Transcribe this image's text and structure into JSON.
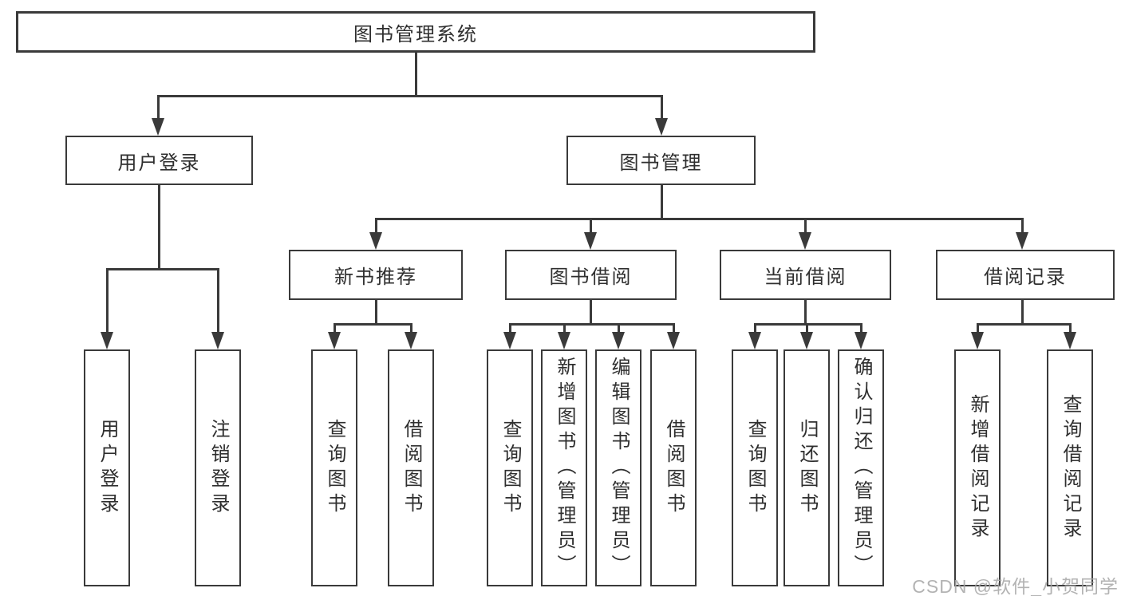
{
  "tree": {
    "root": {
      "label": "图书管理系统"
    },
    "level2": [
      {
        "label": "用户登录"
      },
      {
        "label": "图书管理"
      }
    ],
    "level3": [
      {
        "label": "新书推荐",
        "parent": "图书管理"
      },
      {
        "label": "图书借阅",
        "parent": "图书管理"
      },
      {
        "label": "当前借阅",
        "parent": "图书管理"
      },
      {
        "label": "借阅记录",
        "parent": "图书管理"
      }
    ],
    "leaves": [
      {
        "label": "用户登录",
        "parent": "用户登录"
      },
      {
        "label": "注销登录",
        "parent": "用户登录"
      },
      {
        "label": "查询图书",
        "parent": "新书推荐"
      },
      {
        "label": "借阅图书",
        "parent": "新书推荐"
      },
      {
        "label": "查询图书",
        "parent": "图书借阅"
      },
      {
        "label": "新增图书（管理员）",
        "parent": "图书借阅"
      },
      {
        "label": "编辑图书（管理员）",
        "parent": "图书借阅"
      },
      {
        "label": "借阅图书",
        "parent": "图书借阅"
      },
      {
        "label": "查询图书",
        "parent": "当前借阅"
      },
      {
        "label": "归还图书",
        "parent": "当前借阅"
      },
      {
        "label": "确认归还（管理员）",
        "parent": "当前借阅"
      },
      {
        "label": "新增借阅记录",
        "parent": "借阅记录"
      },
      {
        "label": "查询借阅记录",
        "parent": "借阅记录"
      }
    ]
  },
  "watermark": {
    "text": "CSDN @软件_小贺同学"
  },
  "colors": {
    "line": "#3a3a3a",
    "text": "#2f2f2f",
    "watermark": "#a6a6a6",
    "background": "#ffffff"
  }
}
